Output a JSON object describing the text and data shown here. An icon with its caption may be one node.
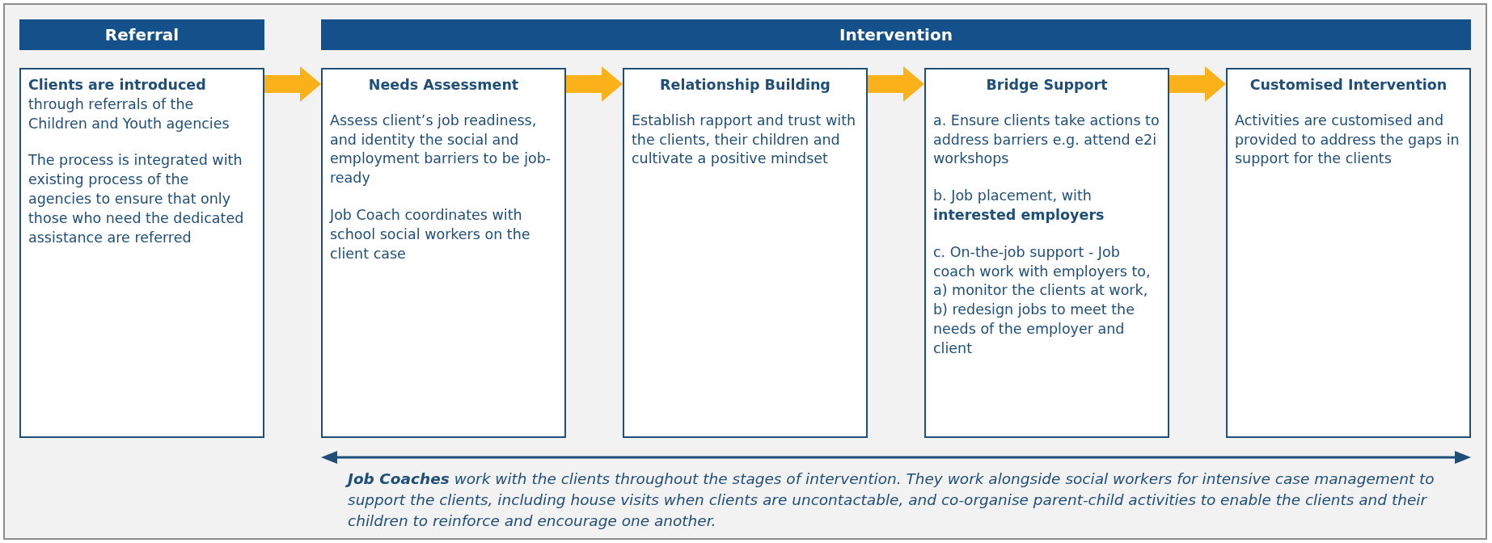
{
  "diagram": {
    "nodes": [
      {
        "text": [
          "Referral"
        ]
      },
      {
        "text": [
          "Intervention"
        ]
      },
      {
        "text": [
          "**Clients are introduced** through referrals of the Children and Youth agencies",
          "The process is integrated with existing process of the agencies to ensure that only those who need the dedicated assistance are referred"
        ]
      },
      {
        "text": [
          "Needs Assessment",
          "Assess client’s job readiness, and identity the social and employment barriers to be job-ready",
          "Job Coach coordinates with school social workers on the client case"
        ]
      },
      {
        "text": [
          "Relationship Building",
          "Establish rapport and trust with the clients, their children and cultivate a positive mindset"
        ]
      },
      {
        "text": [
          "Bridge Support",
          "a. Ensure clients take actions to address barriers e.g. attend e2i workshops",
          "b. Job placement, with **interested employers**",
          "c. On-the-job support - Job coach work with employers to, a) monitor the clients at work, b) redesign jobs to meet the needs of the employer and client"
        ]
      },
      {
        "text": [
          "Customised Intervention",
          "Activities are customised and provided to address the gaps in support for the clients"
        ]
      }
    ],
    "edges": [
      {
        "from": 2,
        "to": 3,
        "arrow": "to"
      },
      {
        "from": 3,
        "to": 4,
        "arrow": "to"
      },
      {
        "from": 4,
        "to": 5,
        "arrow": "to"
      },
      {
        "from": 5,
        "to": 6,
        "arrow": "to"
      }
    ],
    "labels": [
      "**Job Coaches** work with the clients throughout the stages of intervention. They work alongside social workers for intensive case management to support the clients, including house visits when clients are uncontactable, and co-organise parent-child activities to enable the clients and their children to reinforce and encourage one another."
    ]
  }
}
